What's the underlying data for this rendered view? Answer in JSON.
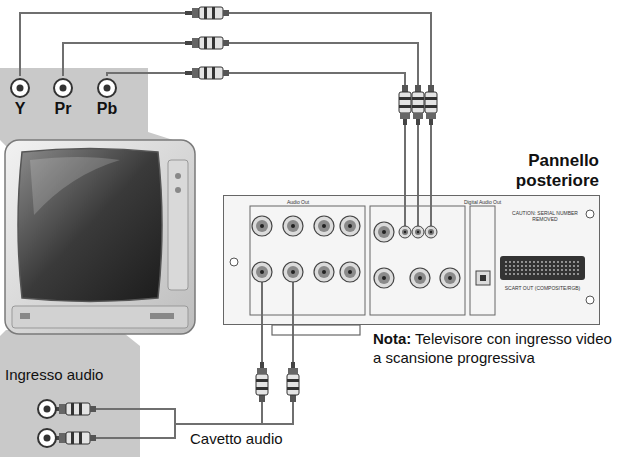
{
  "diagram": {
    "nodes": [
      {
        "text": [
          "Y"
        ]
      },
      {
        "text": [
          "Pr"
        ]
      },
      {
        "text": [
          "Pb"
        ]
      },
      {
        "text": [
          "Pannello posteriore"
        ]
      },
      {
        "text": [
          "Ingresso audio"
        ]
      }
    ],
    "edges": [
      {
        "from": 0,
        "to": 3,
        "arrow": "none"
      },
      {
        "from": 1,
        "to": 3,
        "arrow": "none"
      },
      {
        "from": 2,
        "to": 3,
        "arrow": "none"
      },
      {
        "from": 4,
        "to": 3,
        "arrow": "none",
        "label": "Cavetto audio"
      }
    ],
    "labels": [
      "Nota:",
      "Televisore con ingresso video a scansione progressiva",
      "Audio Out",
      "Digital Audio Out",
      "CAUTION: SERIAL NUMBER REMOVED",
      "SCART OUT (COMPOSITE/RGB)"
    ]
  }
}
